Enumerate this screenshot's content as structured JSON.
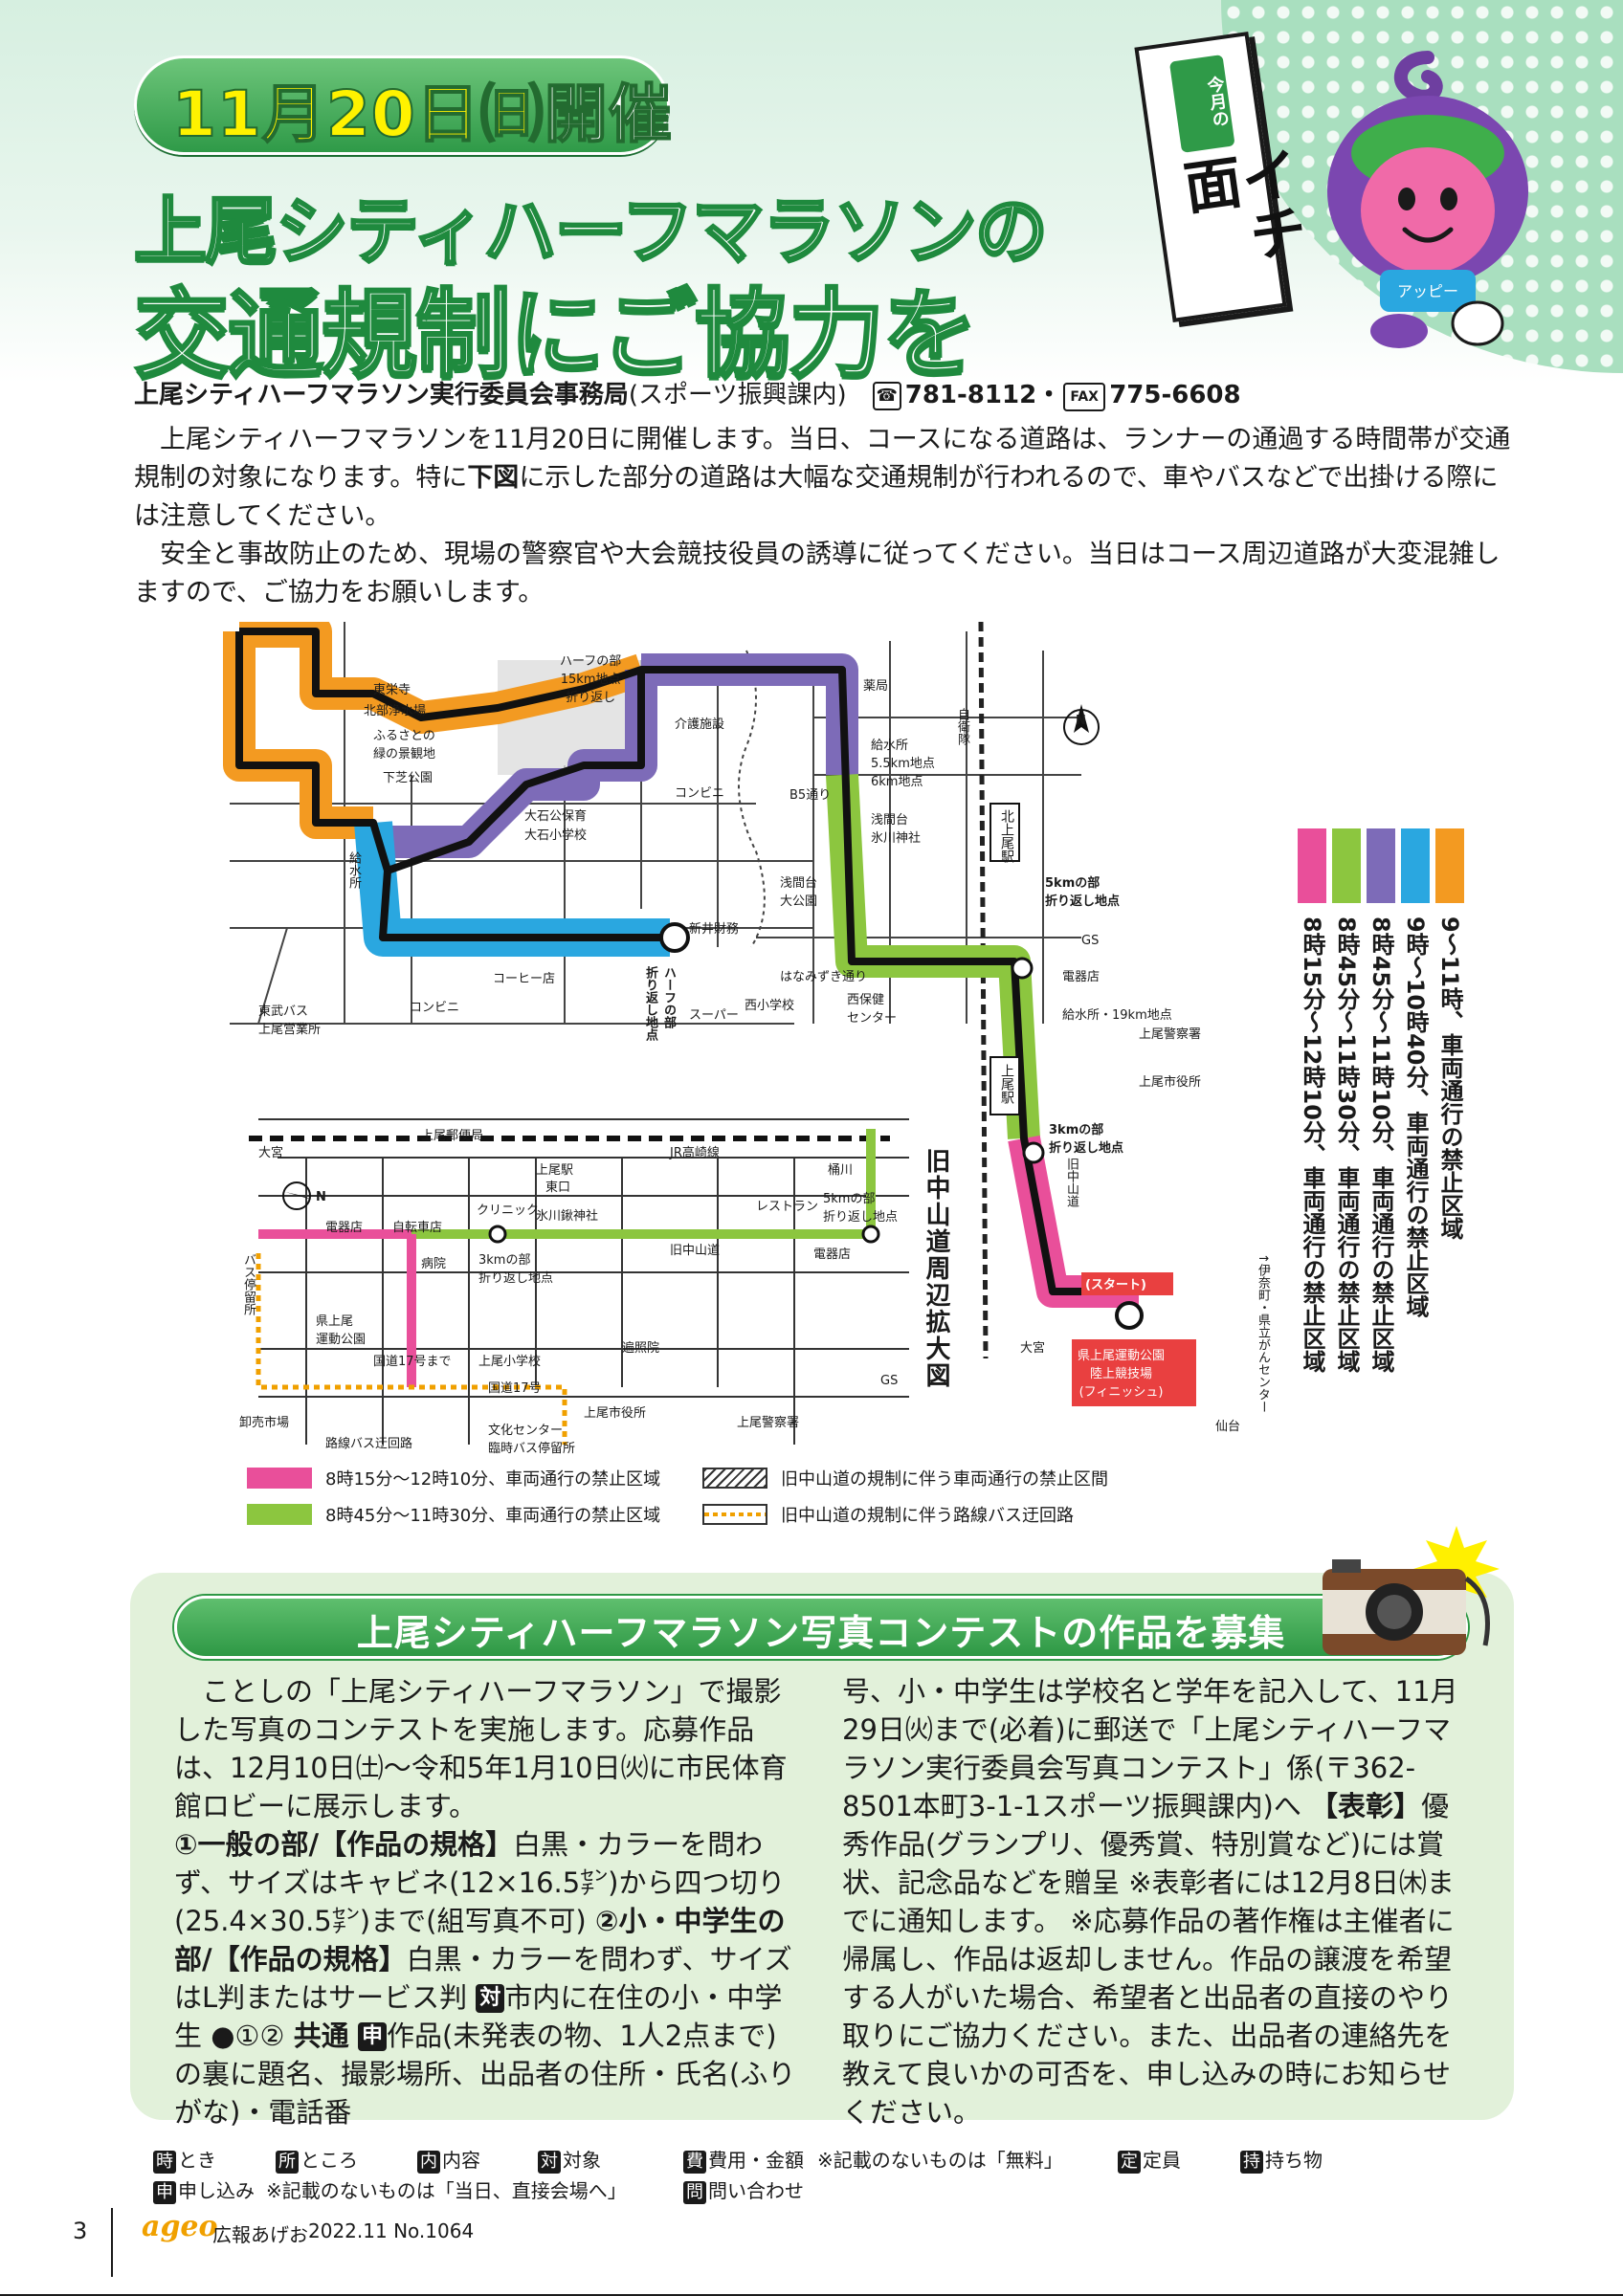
{
  "header": {
    "date": "11月20日",
    "weekday": "㈰",
    "kaisai": "開催",
    "title_line1": "上尾シティハーフマラソンの",
    "title_line2": "交通規制にご協力を",
    "tag_small": "今月の",
    "tag_main": "イチ面",
    "mascot_name": "アッピー"
  },
  "contact": {
    "office": "上尾シティハーフマラソン実行委員会事務局",
    "dept": "(スポーツ振興課内)",
    "tel_mark": "☎",
    "tel": "781-8112",
    "sep": "・",
    "fax_mark": "FAX",
    "fax": "775-6608"
  },
  "intro": {
    "p1_a": "上尾シティハーフマラソンを11月20日に開催します。当日、コースになる道路は、ランナーの通過する時間帯が交通規制の対象になります。特に",
    "p1_bold": "下図",
    "p1_b": "に示した部分の道路は大幅な交通規制が行われるので、車やバスなどで出掛ける際には注意してください。",
    "p2": "安全と事故防止のため、現場の警察官や大会競技役員の誘導に従ってください。当日はコース周辺道路が大変混雑しますので、ご協力をお願いします。"
  },
  "map": {
    "labels": {
      "half15": "ハーフの部\n15km地点\n折り返し",
      "touzenji": "東栄寺",
      "kitakyujo": "北部浄水場",
      "furusato": "ふるさとの\n緑の景観地",
      "shimodai_park": "下芝公園",
      "kyusui_left": "給水所",
      "konbini1": "コンビニ",
      "tobu_bus": "東武バス\n上尾営業所",
      "coffee": "コーヒー店",
      "half_turn": "ハーフの部\n折り返し地点",
      "super": "スーパー",
      "oishi_hoiku": "大石公保育",
      "oishi_school": "大石小学校",
      "kaigo": "介護施設",
      "konbini2": "コンビニ",
      "b5": "B5通り",
      "asamadai_park": "浅間台\n大公園",
      "shinei": "新井財務",
      "hanamizuki": "はなみずき通り",
      "nishi_school": "西小学校",
      "nishi_hoken": "西保健\nセンター",
      "shrine": "浅間台\n氷川神社",
      "kyusui_top": "給水所\n5.5km地点\n6km地点",
      "yakkyoku": "薬局",
      "kitaageo": "北上尾駅",
      "jieitai": "自衛隊",
      "km5": "5kmの部\n折り返し地点",
      "denki": "電器店",
      "kyusui19": "給水所・19km地点",
      "keisatsu": "上尾警察署",
      "shiyakusho": "上尾市役所",
      "ageo_st": "上尾駅",
      "km3": "3kmの部\n折り返し地点",
      "nakasendo": "旧中山道",
      "start": "(スタート)",
      "finish": "県上尾運動公園\n陸上競技場\n(フィニッシュ)",
      "to_ina": "↑伊奈町・県立がんセンター",
      "gs1": "GS",
      "omiya": "大宮",
      "sendai": "仙台",
      "north": "N"
    },
    "inset_labels": {
      "yubinkyoku": "上尾郵便局",
      "jr": "JR高崎線",
      "ageo_st": "上尾駅",
      "higashiguchi": "東口",
      "omiya": "大宮",
      "okegawa": "桶川",
      "denki": "電器店",
      "jitensha": "自転車店",
      "clinic": "クリニック",
      "hikawa": "氷川鍬神社",
      "km3": "3kmの部\n折り返し地点",
      "km5": "5kmの部\n折り返し地点",
      "denki2": "電器店",
      "hospital": "病院",
      "nakasendo": "旧中山道",
      "restaurant": "レストラン",
      "bus": "バス停留所",
      "koen": "県上尾\n運動公園",
      "route17_made": "国道17号まで",
      "route17": "国道17号",
      "ageo_school": "上尾小学校",
      "henshoin": "遍照院",
      "shiyakusho": "上尾市役所",
      "keisatsu": "上尾警察署",
      "oroshi": "卸売市場",
      "bunka": "文化センター\n臨時バス停留所",
      "bus_detour": "路線バス迂回路",
      "gs": "GS",
      "north": "N"
    },
    "kakudai": "旧中山道周辺拡大図"
  },
  "side_legend": [
    {
      "color": "#f39a21",
      "text": "9〜11時、車両通行の禁止区域"
    },
    {
      "color": "#2aa7e0",
      "text": "9時〜10時40分、車両通行の禁止区域"
    },
    {
      "color": "#7d6bb8",
      "text": "8時45分〜11時10分、車両通行の禁止区域"
    },
    {
      "color": "#8cc63f",
      "text": "8時45分〜11時30分、車両通行の禁止区域"
    },
    {
      "color": "#e94f9a",
      "text": "8時15分〜12時10分、車両通行の禁止区域"
    }
  ],
  "bottom_legend": [
    {
      "color": "#e94f9a",
      "text": "8時15分〜12時10分、車両通行の禁止区域"
    },
    {
      "color": "#8cc63f",
      "text": "8時45分〜11時30分、車両通行の禁止区域"
    },
    {
      "text": "旧中山道の規制に伴う車両通行の禁止区間"
    },
    {
      "text": "旧中山道の規制に伴う路線バス迂回路"
    }
  ],
  "contest": {
    "title": "上尾シティハーフマラソン写真コンテストの作品を募集",
    "left_1": "ことしの「上尾シティハーフマラソン」で撮影した写真のコンテストを実施します。応募作品は、12月10日㈯〜令和5年1月10日㈫に市民体育館ロビーに展示します。",
    "left_2_bold": "①一般の部/【作品の規格】",
    "left_2": "白黒・カラーを問わず、サイズはキャビネ(12×16.5㌢)から四つ切り(25.4×30.5㌢)まで(組写真不可)",
    "left_3_bold": "②小・中学生の部/【作品の規格】",
    "left_3": "白黒・カラーを問わず、サイズはL判またはサービス判",
    "mark_tai": "対",
    "left_4": "市内に在住の小・中学生",
    "left_5": "●①②",
    "left_6_bold": "共通",
    "mark_shin": "申",
    "left_7": "作品(未発表の物、1人2点まで)の裏に題名、撮影場所、出品者の住所・氏名(ふりがな)・電話番",
    "right_1": "号、小・中学生は学校名と学年を記入して、11月29日㈫まで(必着)に郵送で「上尾シティハーフマラソン実行委員会写真コンテスト」係(〒362-8501本町3-1-1スポーツ振興課内)へ",
    "right_2_bold": "【表彰】",
    "right_2": "優秀作品(グランプリ、優秀賞、特別賞など)には賞状、記念品などを贈呈",
    "right_3": "※表彰者には12月8日㈭までに通知します。",
    "right_4": "※応募作品の著作権は主催者に帰属し、作品は返却しません。作品の譲渡を希望する人がいた場合、希望者と出品者の直接のやり取りにご協力ください。また、出品者の連絡先を教えて良いかの可否を、申し込みの時にお知らせください。"
  },
  "key": {
    "toki_mark": "時",
    "toki": "とき",
    "tokoro_mark": "所",
    "tokoro": "ところ",
    "naiyo_mark": "内",
    "naiyo": "内容",
    "taisho_mark": "対",
    "taisho": "対象",
    "hiyo_mark": "費",
    "hiyo": "費用・金額",
    "hiyo_note": "※記載のないものは「無料」",
    "teiin_mark": "定",
    "teiin": "定員",
    "mochimono_mark": "持",
    "mochimono": "持ち物",
    "moushikomi_mark": "申",
    "moushikomi": "申し込み",
    "moushikomi_note": "※記載のないものは「当日、直接会場へ」",
    "toiawase_mark": "問",
    "toiawase": "問い合わせ"
  },
  "footer": {
    "page": "3",
    "logo": "ageo",
    "publication": "広報あげお",
    "issue": "2022.11 No.1064"
  }
}
